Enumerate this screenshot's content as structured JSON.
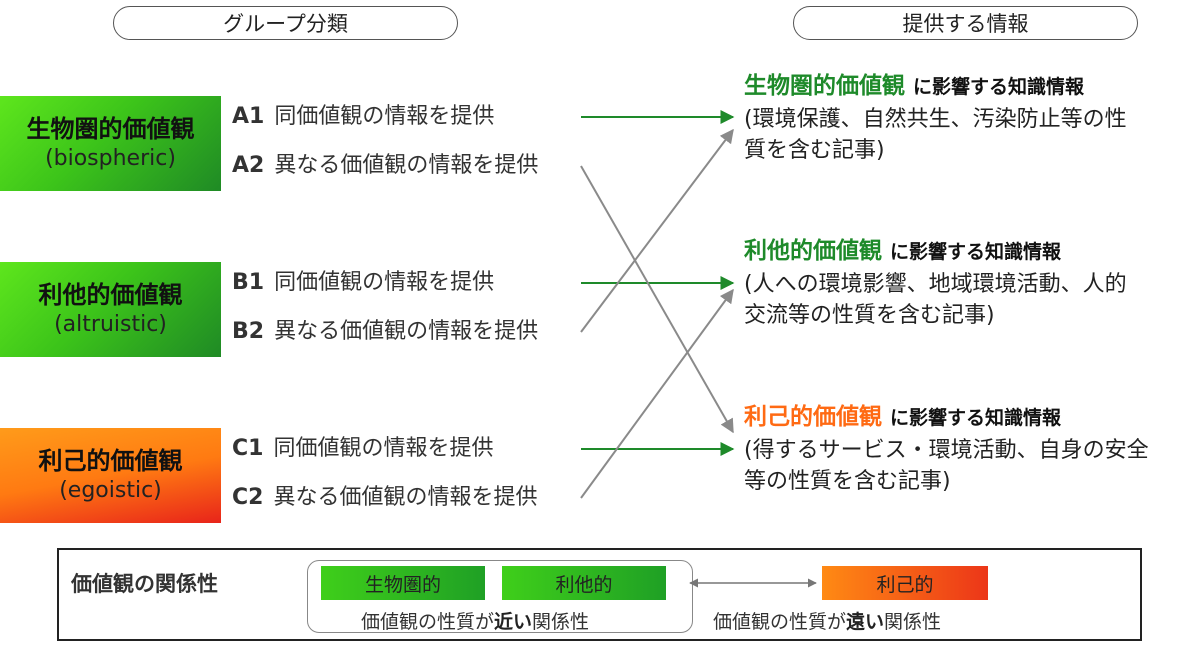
{
  "headers": {
    "left": "グループ分類",
    "right": "提供する情報"
  },
  "groups": [
    {
      "name": "生物圏的価値観",
      "sub": "(biospheric)",
      "color": "#3cc41a"
    },
    {
      "name": "利他的価値観",
      "sub": "(altruistic)",
      "color": "#3cc41a"
    },
    {
      "name": "利己的価値観",
      "sub": "(egoistic)",
      "color": "#ff7a12"
    }
  ],
  "options": [
    {
      "code": "A1",
      "text": "同価値観の情報を提供"
    },
    {
      "code": "A2",
      "text": "異なる価値観の情報を提供"
    },
    {
      "code": "B1",
      "text": "同価値観の情報を提供"
    },
    {
      "code": "B2",
      "text": "異なる価値観の情報を提供"
    },
    {
      "code": "C1",
      "text": "同価値観の情報を提供"
    },
    {
      "code": "C2",
      "text": "異なる価値観の情報を提供"
    }
  ],
  "info": [
    {
      "value": "生物圏的価値観",
      "suffix": "に影響する知識情報",
      "desc1": "(環境保護、自然共生、汚染防止等の性",
      "desc2": "質を含む記事)",
      "color": "#1e8a2a"
    },
    {
      "value": "利他的価値観",
      "suffix": "に影響する知識情報",
      "desc1": "(人への環境影響、地域環境活動、人的",
      "desc2": "交流等の性質を含む記事)",
      "color": "#1e8a2a"
    },
    {
      "value": "利己的価値観",
      "suffix": "に影響する知識情報",
      "desc1": "(得するサービス・環境活動、自身の安全",
      "desc2": "等の性質を含む記事)",
      "color": "#ff6a13"
    }
  ],
  "legend": {
    "title": "価値観の関係性",
    "chip1": "生物圏的",
    "chip2": "利他的",
    "chip3": "利己的",
    "near_pre": "価値観の性質が",
    "near_bold": "近い",
    "near_post": "関係性",
    "far_pre": "価値観の性質が",
    "far_bold": "遠い",
    "far_post": "関係性"
  },
  "colors": {
    "arrow_same": "#1e8a2a",
    "arrow_diff": "#8a8a8a"
  }
}
